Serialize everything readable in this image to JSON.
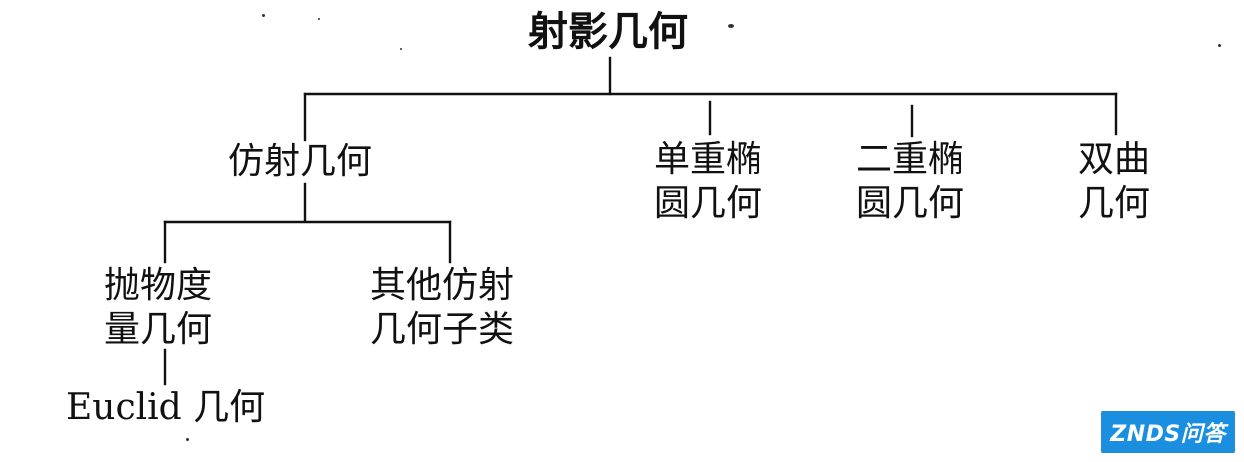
{
  "diagram": {
    "root": "射影几何",
    "level1": [
      "仿射几何",
      "单重椭\n圆几何",
      "二重椭\n圆几何",
      "双曲\n几何"
    ],
    "level2": [
      "抛物度\n量几何",
      "其他仿射\n几何子类"
    ],
    "level3": [
      "Euclid 几何"
    ]
  },
  "watermark": {
    "text": "ZNDS问答",
    "background": "#1a8fe0"
  }
}
